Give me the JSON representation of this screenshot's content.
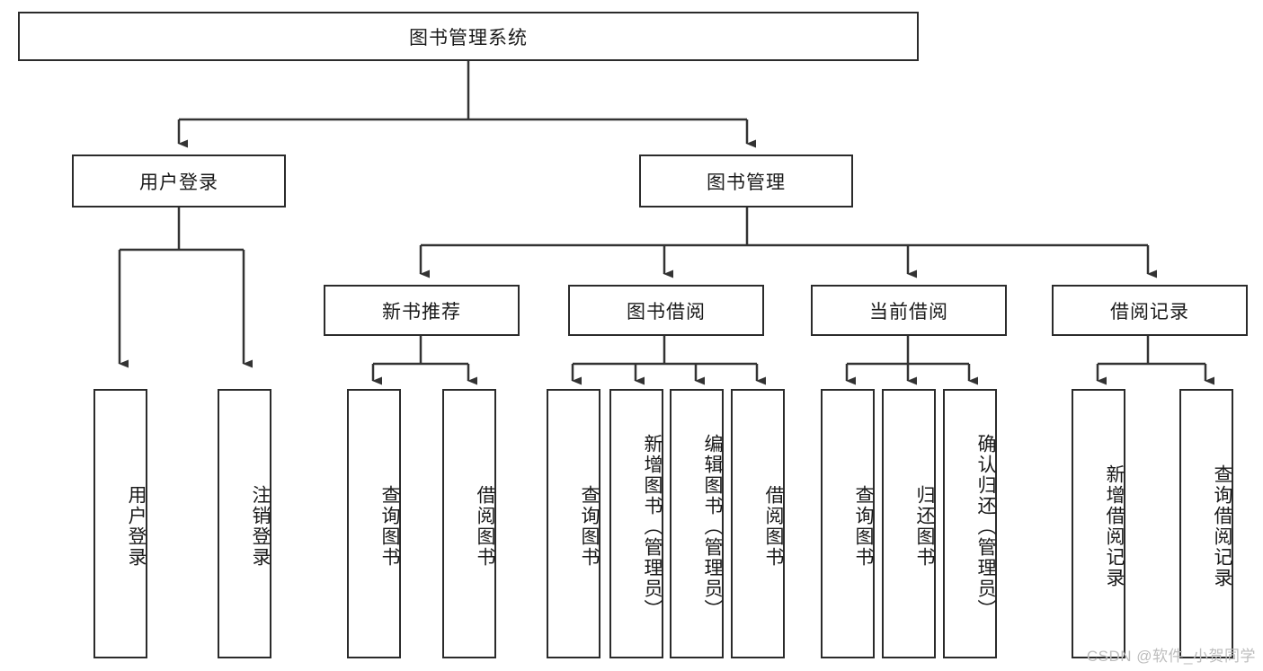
{
  "diagram": {
    "title": "图书管理系统",
    "type": "tree-hierarchy-chart",
    "watermark": "CSDN @软件_小贺同学",
    "colors": {
      "box_border": "#2b2b2b",
      "box_fill": "#ffffff",
      "edge": "#333333",
      "text": "#1a1a1a",
      "watermark": "#bdbdbd"
    },
    "nodes": {
      "root": {
        "label": "图书管理系统"
      },
      "level2": [
        {
          "label": "用户登录"
        },
        {
          "label": "图书管理"
        }
      ],
      "level3": [
        {
          "label": "新书推荐"
        },
        {
          "label": "图书借阅"
        },
        {
          "label": "当前借阅"
        },
        {
          "label": "借阅记录"
        }
      ],
      "leaves_user_login": [
        {
          "label": "用户登录"
        },
        {
          "label": "注销登录"
        }
      ],
      "leaves_new_book": [
        {
          "label": "查询图书"
        },
        {
          "label": "借阅图书"
        }
      ],
      "leaves_borrow": [
        {
          "label": "查询图书"
        },
        {
          "label": "新增图书（管理员）"
        },
        {
          "label": "编辑图书（管理员）"
        },
        {
          "label": "借阅图书"
        }
      ],
      "leaves_current": [
        {
          "label": "查询图书"
        },
        {
          "label": "归还图书"
        },
        {
          "label": "确认归还（管理员）"
        }
      ],
      "leaves_record": [
        {
          "label": "新增借阅记录"
        },
        {
          "label": "查询借阅记录"
        }
      ]
    }
  }
}
